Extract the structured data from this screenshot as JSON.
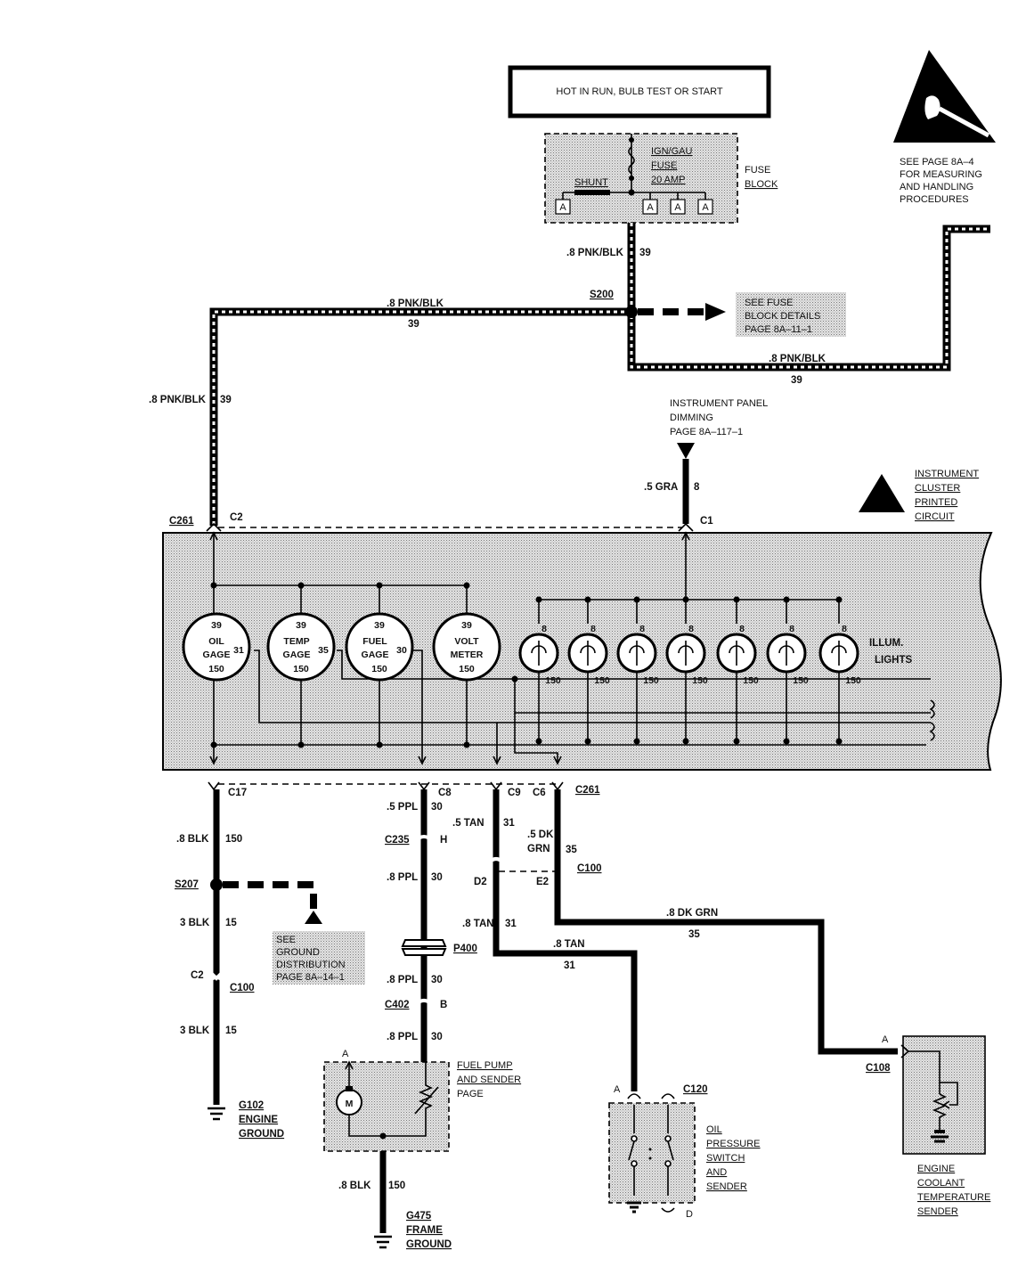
{
  "hot_banner": "HOT IN RUN, BULB TEST OR START",
  "fuse_block": {
    "fuse_label": [
      "IGN/GAU",
      "FUSE",
      "20 AMP"
    ],
    "shunt": "SHUNT",
    "title": [
      "FUSE",
      "BLOCK"
    ],
    "terminal": "A"
  },
  "esd_note": [
    "SEE PAGE 8A–4",
    "FOR MEASURING",
    "AND HANDLING",
    "PROCEDURES"
  ],
  "wires": {
    "pnk_blk": ".8 PNK/BLK",
    "pnk_blk_circuit": "39",
    "gra": ".5 GRA",
    "gra_circuit": "8",
    "blk_150": ".8 BLK",
    "blk_150_circuit": "150",
    "blk_3": "3 BLK",
    "blk_3_circuit": "15",
    "ppl_5": ".5 PPL",
    "ppl_8": ".8 PPL",
    "ppl_circuit": "30",
    "tan_5": ".5 TAN",
    "tan_8": ".8 TAN",
    "tan_circuit": "31",
    "dk_grn_5": [
      ".5 DK",
      "GRN"
    ],
    "dk_grn_8": ".8 DK GRN",
    "dk_grn_circuit": "35"
  },
  "splices": {
    "s200": "S200",
    "s207": "S207"
  },
  "notes": {
    "fuse_details": [
      "SEE FUSE",
      "BLOCK DETAILS",
      "PAGE 8A–11–1"
    ],
    "dimming": [
      "INSTRUMENT PANEL",
      "DIMMING",
      "PAGE 8A–117–1"
    ],
    "ground_dist": [
      "SEE",
      "GROUND",
      "DISTRIBUTION",
      "PAGE 8A–14–1"
    ]
  },
  "cluster_title": [
    "INSTRUMENT",
    "CLUSTER",
    "PRINTED",
    "CIRCUIT"
  ],
  "connectors": {
    "c261": "C261",
    "c2": "C2",
    "c1": "C1",
    "c17": "C17",
    "c8": "C8",
    "c9": "C9",
    "c6": "C6",
    "c235": "C235",
    "h": "H",
    "c100": "C100",
    "d2": "D2",
    "e2": "E2",
    "p400": "P400",
    "c402": "C402",
    "b": "B",
    "c120": "C120",
    "c108": "C108",
    "a": "A",
    "d": "D"
  },
  "gauges": [
    {
      "top": "39",
      "lines": [
        "OIL",
        "GAGE"
      ],
      "bottom": "150",
      "side": "31"
    },
    {
      "top": "39",
      "lines": [
        "TEMP",
        "GAGE"
      ],
      "bottom": "150",
      "side": "35"
    },
    {
      "top": "39",
      "lines": [
        "FUEL",
        "GAGE"
      ],
      "bottom": "150",
      "side": "30"
    },
    {
      "top": "39",
      "lines": [
        "VOLT",
        "METER"
      ],
      "bottom": "150",
      "side": ""
    }
  ],
  "lamps": {
    "top": "8",
    "bottom": "150",
    "count": 7,
    "label": [
      "ILLUM.",
      "LIGHTS"
    ]
  },
  "components": {
    "g102": [
      "G102",
      "ENGINE",
      "GROUND"
    ],
    "fuel_pump": [
      "FUEL PUMP",
      "AND SENDER",
      "PAGE"
    ],
    "motor": "M",
    "g475": [
      "G475",
      "FRAME",
      "GROUND"
    ],
    "oil_sw": [
      "OIL",
      "PRESSURE",
      "SWITCH",
      "AND",
      "SENDER"
    ],
    "coolant": [
      "ENGINE",
      "COOLANT",
      "TEMPERATURE",
      "SENDER"
    ]
  }
}
